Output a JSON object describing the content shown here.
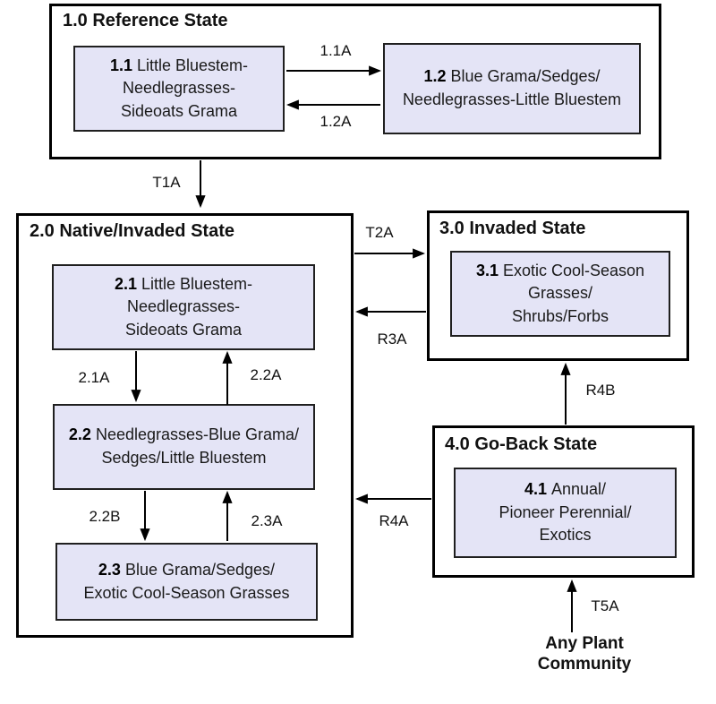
{
  "colors": {
    "community_fill": "#E4E4F6",
    "border": "#000000",
    "background": "#FFFFFF"
  },
  "states": {
    "s1": {
      "title": "1.0 Reference State"
    },
    "s2": {
      "title": "2.0 Native/Invaded State"
    },
    "s3": {
      "title": "3.0 Invaded State"
    },
    "s4": {
      "title": "4.0 Go-Back State"
    }
  },
  "communities": {
    "c11": {
      "id": "1.1",
      "text": "Little Bluestem-\nNeedlegrasses-\nSideoats Grama"
    },
    "c12": {
      "id": "1.2",
      "text": "Blue Grama/Sedges/\nNeedlegrasses-Little Bluestem"
    },
    "c21": {
      "id": "2.1",
      "text": "Little Bluestem-\nNeedlegrasses-\nSideoats Grama"
    },
    "c22": {
      "id": "2.2",
      "text": "Needlegrasses-Blue Grama/\nSedges/Little Bluestem"
    },
    "c23": {
      "id": "2.3",
      "text": "Blue Grama/Sedges/\nExotic Cool-Season Grasses"
    },
    "c31": {
      "id": "3.1",
      "text": "Exotic Cool-Season\nGrasses/\nShrubs/Forbs"
    },
    "c41": {
      "id": "4.1",
      "text": "Annual/\nPioneer Perennial/\nExotics"
    }
  },
  "transitions": {
    "t11a": {
      "label": "1.1A"
    },
    "t12a": {
      "label": "1.2A"
    },
    "t1a": {
      "label": "T1A"
    },
    "t21a": {
      "label": "2.1A"
    },
    "t22a": {
      "label": "2.2A"
    },
    "t22b": {
      "label": "2.2B"
    },
    "t23a": {
      "label": "2.3A"
    },
    "t2a": {
      "label": "T2A"
    },
    "r3a": {
      "label": "R3A"
    },
    "r4a": {
      "label": "R4A"
    },
    "r4b": {
      "label": "R4B"
    },
    "t5a": {
      "label": "T5A"
    }
  },
  "footer": {
    "any_plant_community": "Any Plant\nCommunity"
  }
}
